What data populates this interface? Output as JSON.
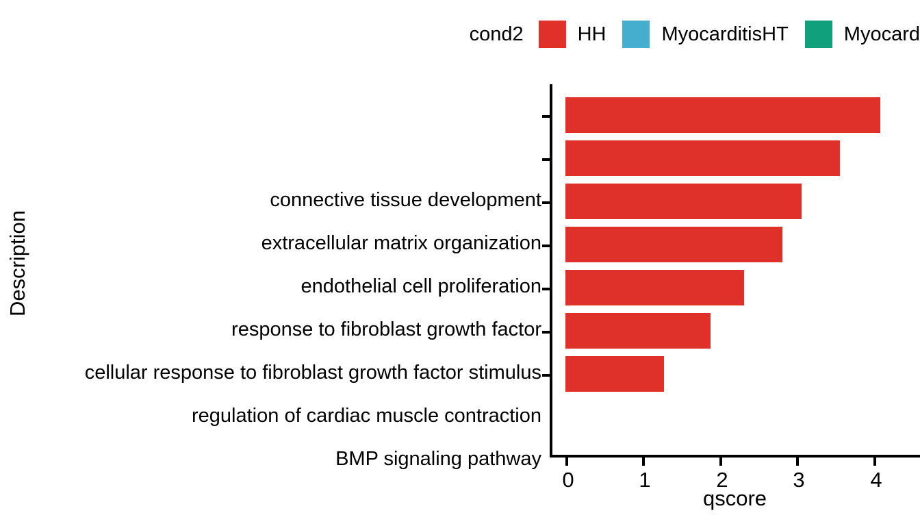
{
  "legend": {
    "title": "cond2",
    "entries": [
      {
        "label": "HH",
        "color": "#e0302a"
      },
      {
        "label": "MyocarditisHT",
        "color": "#45aecf"
      },
      {
        "label": "Myocard",
        "color": "#11a07c"
      }
    ]
  },
  "axes": {
    "x_title": "qscore",
    "y_title": "Description",
    "x_ticks": [
      "0",
      "1",
      "2",
      "3",
      "4"
    ]
  },
  "chart_data": {
    "type": "bar",
    "orientation": "horizontal",
    "title": "",
    "xlabel": "qscore",
    "ylabel": "Description",
    "xlim": [
      0,
      4.8
    ],
    "grid": false,
    "legend_position": "top-right",
    "legend_title": "cond2",
    "categories": [
      "connective tissue development",
      "extracellular matrix organization",
      "endothelial cell proliferation",
      "response to fibroblast growth factor",
      "cellular response to fibroblast growth factor stimulus",
      "regulation of cardiac muscle contraction",
      "BMP signaling pathway"
    ],
    "values": [
      4.09,
      3.56,
      3.07,
      2.82,
      2.32,
      1.88,
      1.28
    ],
    "series": [
      {
        "name": "HH",
        "color": "#e0302a",
        "values": [
          4.09,
          3.56,
          3.07,
          2.82,
          2.32,
          1.88,
          1.28
        ]
      }
    ],
    "colors": {
      "HH": "#e0302a",
      "MyocarditisHT": "#45aecf",
      "Myocard": "#11a07c"
    }
  }
}
